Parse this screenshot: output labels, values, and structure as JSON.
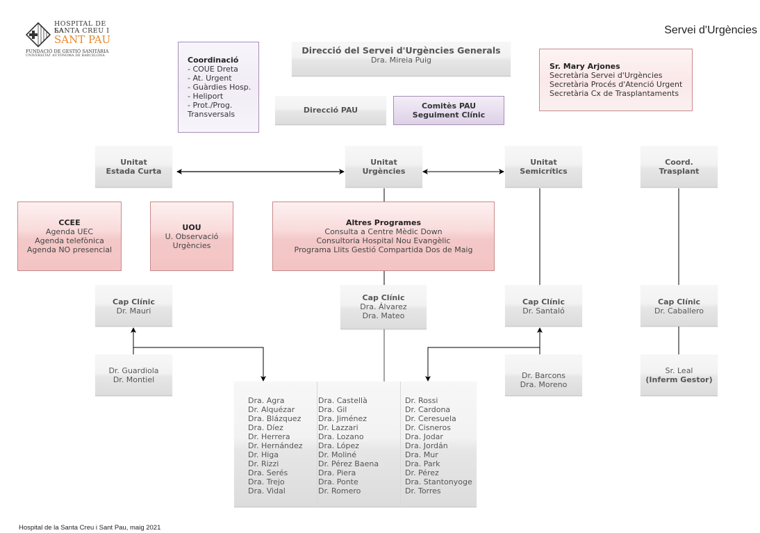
{
  "header": {
    "logo": {
      "line1": "HOSPITAL DE LA",
      "line2": "SANTA CREU I",
      "line3": "SANT PAU",
      "line4": "FUNDACIÓ DE GESTIÓ SANITÀRIA",
      "line5": "UNIVERSITAT AUTÒNOMA DE BARCELONA",
      "icon": "hospital-cross-emblem-icon"
    },
    "title": "Servei d'Urgències"
  },
  "colors": {
    "pink_box_border": "#c88a8a",
    "lilac_box_border": "#a78db7",
    "grey_box": "#e6e6e6",
    "logo_orange": "#e8892c"
  },
  "boxes": {
    "coordinacio": {
      "title": "Coordinació",
      "lines": [
        "- COUE Dreta",
        "- At. Urgent",
        "- Guàrdies Hosp.",
        "- Heliport",
        "- Prot./Prog.",
        "Transversals"
      ]
    },
    "direccio_servei": {
      "title": "Direcció del Servei d'Urgències Generals",
      "subtitle": "Dra. Mireia Puig"
    },
    "direccio_pau": {
      "title": "Direcció PAU"
    },
    "comites_pau": {
      "line1": "Comitès PAU",
      "line2": "Seguiment Clínic"
    },
    "secretaria": {
      "title": "Sr. Mary Arjones",
      "lines": [
        "Secretària Servei d'Urgències",
        "Secretària Procés d'Atenció Urgent",
        "Secretària Cx de Trasplantaments"
      ]
    },
    "unitat_estada_curta": {
      "line1": "Unitat",
      "line2": "Estada Curta"
    },
    "unitat_urgencies": {
      "line1": "Unitat",
      "line2": "Urgències"
    },
    "unitat_semicritics": {
      "line1": "Unitat",
      "line2": "Semicrítics"
    },
    "coord_trasplant": {
      "line1": "Coord.",
      "line2": "Trasplant"
    },
    "ccee": {
      "title": "CCEE",
      "lines": [
        "Agenda UEC",
        "Agenda telefònica",
        "Agenda NO presencial"
      ]
    },
    "uou": {
      "title": "UOU",
      "lines": [
        "U. Observació",
        "Urgències"
      ]
    },
    "altres_programes": {
      "title": "Altres Programes",
      "lines": [
        "Consulta a Centre Mèdic Down",
        "Consultoria Hospital Nou Evangèlic",
        "Programa Llits Gestió Compartida Dos de Maig"
      ]
    },
    "cap_clinic_mauri": {
      "title": "Cap Clínic",
      "lines": [
        "Dr. Mauri"
      ]
    },
    "cap_clinic_alvarez": {
      "title": "Cap Clínic",
      "lines": [
        "Dra. Álvarez",
        "Dra. Mateo"
      ]
    },
    "cap_clinic_santalo": {
      "title": "Cap Clínic",
      "lines": [
        "Dr. Santaló"
      ]
    },
    "cap_clinic_caballero": {
      "title": "Cap Clínic",
      "lines": [
        "Dr. Caballero"
      ]
    },
    "guardiola_montiel": {
      "lines": [
        "Dr. Guardiola",
        "Dr. Montiel"
      ]
    },
    "barcons_moreno": {
      "lines": [
        "Dr. Barcons",
        "Dra. Moreno"
      ]
    },
    "leal": {
      "line1": "Sr. Leal",
      "line2": "(Inferm Gestor)"
    }
  },
  "staff_columns": [
    [
      "Dra. Agra",
      "Dr. Alquézar",
      "Dra. Blázquez",
      "Dra. Díez",
      "Dr. Herrera",
      "Dr. Hernández",
      "Dr. Higa",
      "Dr. Rizzi",
      "Dra. Serés",
      "Dra. Trejo",
      "Dra. Vidal"
    ],
    [
      "Dra. Castellà",
      "Dra. Gil",
      "Dra. Jiménez",
      "Dr. Lazzari",
      "Dra. Lozano",
      "Dra. López",
      "Dr. Moliné",
      "Dr. Pérez Baena",
      "Dra. Piera",
      "Dra. Ponte",
      "Dr. Romero"
    ],
    [
      "Dr. Rossi",
      "Dr. Cardona",
      "Dr. Ceresuela",
      "Dr. Cisneros",
      "Dra. Jodar",
      "Dra. Jordán",
      "Dra. Mur",
      "Dra. Park",
      "Dr. Pérez",
      "Dra. Stantonyoge",
      "Dr. Torres"
    ]
  ],
  "footer": {
    "text": "Hospital de la Santa Creu i Sant Pau, maig 2021"
  }
}
